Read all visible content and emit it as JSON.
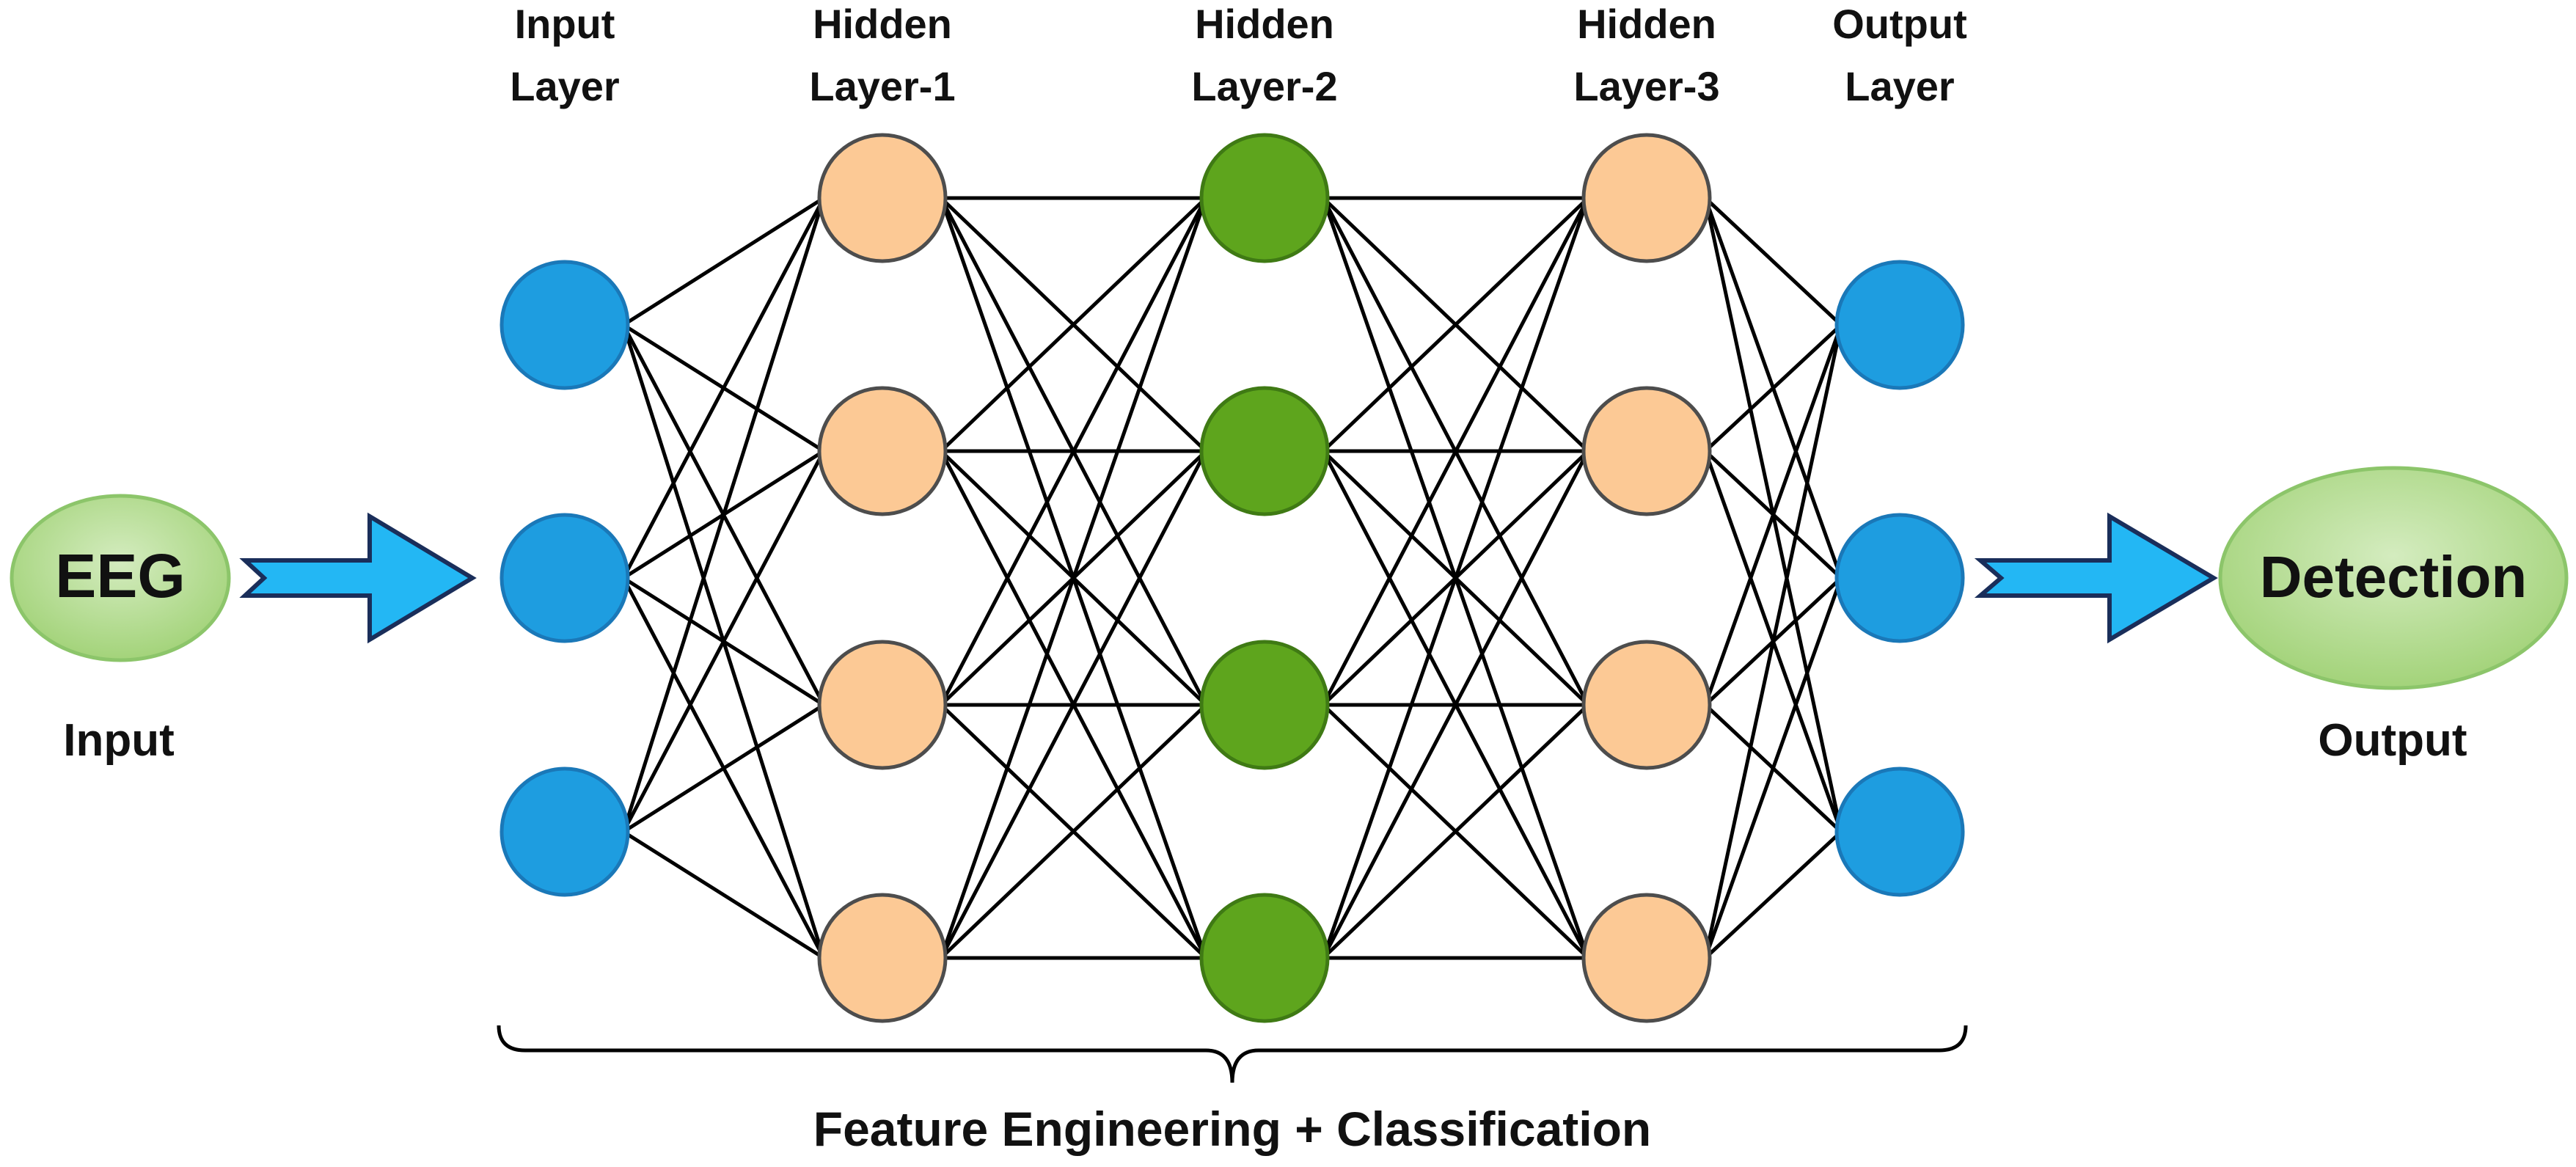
{
  "colors": {
    "input_output_node": "#1e9de0",
    "layer1_node": "#fcc995",
    "layer2_node": "#5ea51d",
    "layer3_node": "#fcc995",
    "oval_fill": "#b2dc8d",
    "arrow_fill": "#23b7f4",
    "arrow_stroke": "#1a2e5a"
  },
  "input": {
    "oval_text": "EEG",
    "caption": "Input"
  },
  "output": {
    "oval_text": "Detection",
    "caption": "Output"
  },
  "layers": [
    {
      "title_line1": "Input",
      "title_line2": "Layer",
      "node_count": 3,
      "color_key": "input_output_node"
    },
    {
      "title_line1": "Hidden",
      "title_line2": "Layer-1",
      "node_count": 4,
      "color_key": "layer1_node"
    },
    {
      "title_line1": "Hidden",
      "title_line2": "Layer-2",
      "node_count": 4,
      "color_key": "layer2_node"
    },
    {
      "title_line1": "Hidden",
      "title_line2": "Layer-3",
      "node_count": 4,
      "color_key": "layer3_node"
    },
    {
      "title_line1": "Output",
      "title_line2": "Layer",
      "node_count": 3,
      "color_key": "input_output_node"
    }
  ],
  "brace_caption": "Feature Engineering + Classification"
}
